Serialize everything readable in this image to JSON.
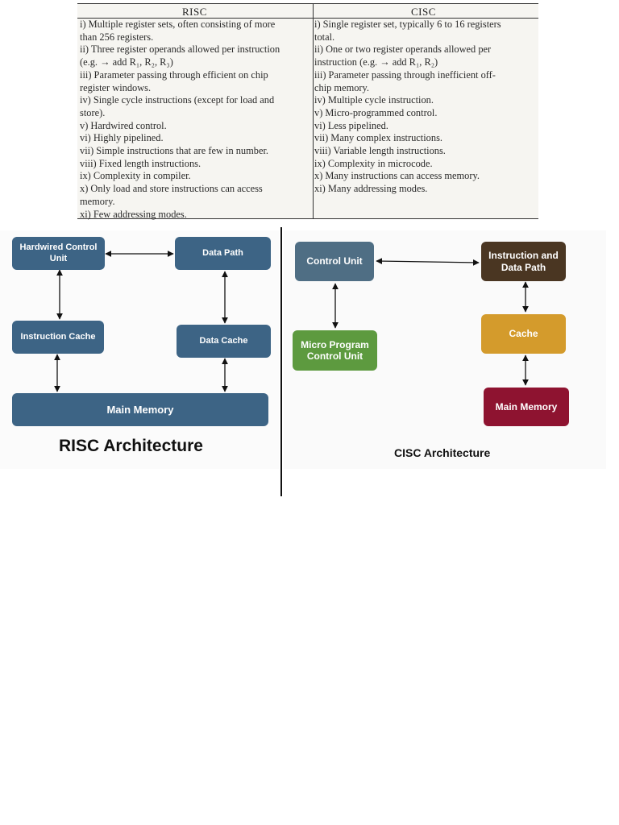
{
  "table": {
    "headers": {
      "risc": "RISC",
      "cisc": "CISC"
    },
    "risc_lines": [
      "i) Multiple register sets, often consisting of more",
      "than 256 registers.",
      "ii) Three register operands allowed per instruction",
      "(e.g. → add R₁, R₂, R₃)",
      "iii) Parameter passing through efficient on chip",
      "register windows.",
      "iv) Single cycle instructions (except for load and",
      "store).",
      "v) Hardwired control.",
      "vi) Highly pipelined.",
      "vii) Simple instructions that are few in number.",
      "viii) Fixed length instructions.",
      "ix) Complexity in compiler.",
      "x) Only load and store instructions can access",
      "memory.",
      "xi) Few addressing modes."
    ],
    "cisc_lines": [
      "i) Single register set, typically 6 to 16 registers",
      "total.",
      "ii) One or two register operands allowed per",
      "instruction (e.g. → add R₁, R₂)",
      "iii) Parameter passing through inefficient off-",
      "chip memory.",
      "iv) Multiple cycle instruction.",
      "",
      "v) Micro-programmed control.",
      "vi) Less pipelined.",
      "vii) Many complex instructions.",
      "viii) Variable length instructions.",
      "ix) Complexity in microcode.",
      "x) Many instructions can access memory.",
      "",
      "xi) Many addressing modes."
    ]
  },
  "risc_diagram": {
    "title": "RISC Architecture",
    "boxes": {
      "control": "Hardwired Control Unit",
      "datapath": "Data Path",
      "icache": "Instruction Cache",
      "dcache": "Data Cache",
      "memory": "Main Memory"
    },
    "color": "#3d6485"
  },
  "cisc_diagram": {
    "title": "CISC Architecture",
    "boxes": {
      "control": "Control Unit",
      "datapath": "Instruction and Data Path",
      "micro": "Micro Program Control Unit",
      "cache": "Cache",
      "memory": "Main Memory"
    },
    "colors": {
      "control": "#4f6e84",
      "datapath": "#4a3622",
      "micro": "#5d9a3f",
      "cache": "#d49b2c",
      "memory": "#8e1330"
    }
  }
}
